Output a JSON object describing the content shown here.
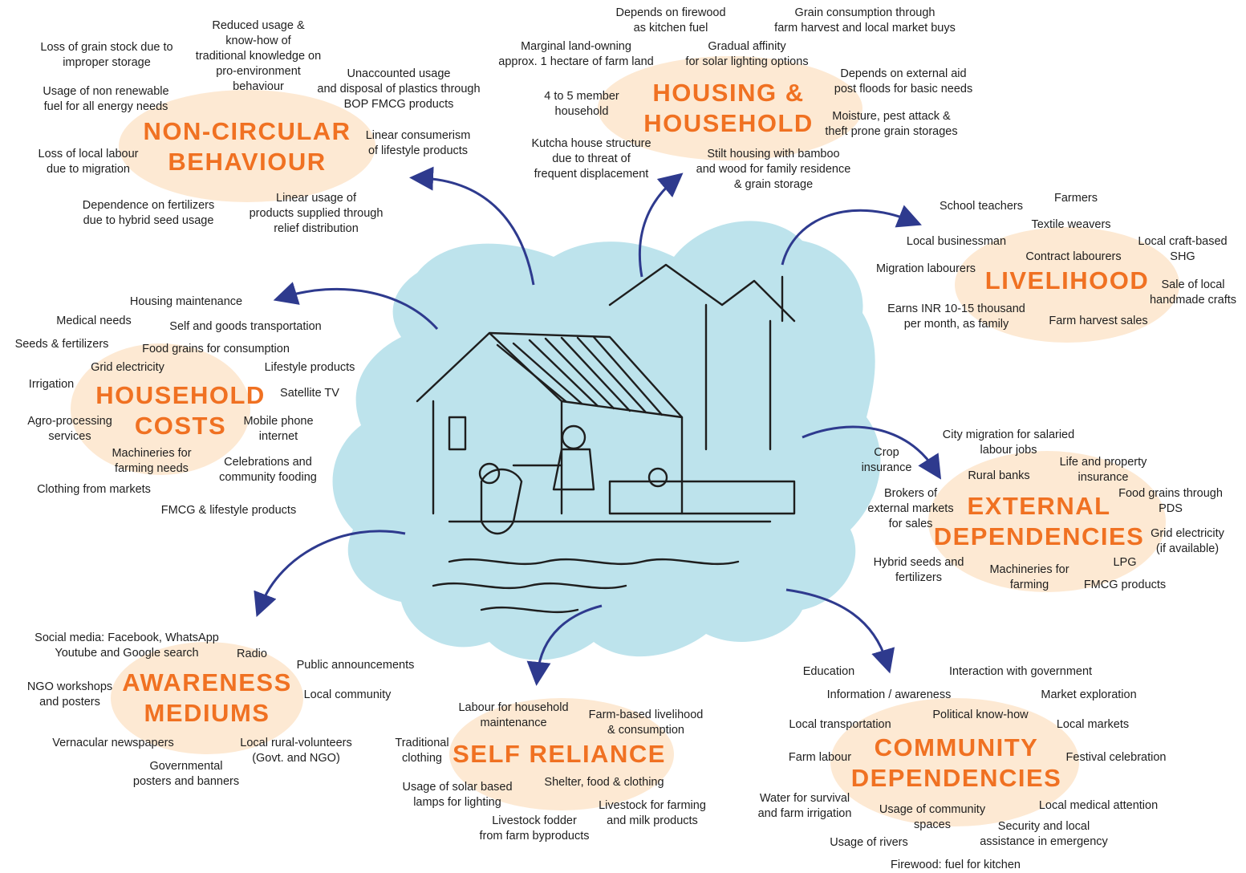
{
  "colors": {
    "accent": "#f07122",
    "blob": "#fde9d3",
    "cloud": "#bde3ec",
    "arrow": "#2e3a8e",
    "ink": "#1e1e1e"
  },
  "illustration": {
    "icon": "flooded-house-rescue-icon"
  },
  "clusters": [
    {
      "id": "non-circular",
      "title": "NON-CIRCULAR\nBEHAVIOUR",
      "items": [
        "Loss of grain stock due to\nimproper storage",
        "Reduced usage &\nknow-how of\ntraditional knowledge on\npro-environment\nbehaviour",
        "Unaccounted usage\nand disposal of plastics through\nBOP FMCG products",
        "Usage of non renewable\nfuel for all energy needs",
        "Linear consumerism\nof lifestyle products",
        "Loss of local labour\ndue to migration",
        "Dependence on fertilizers\ndue to hybrid seed usage",
        "Linear usage of\nproducts supplied through\nrelief distribution"
      ]
    },
    {
      "id": "housing",
      "title": "HOUSING &\nHOUSEHOLD",
      "items": [
        "Depends on firewood\nas kitchen fuel",
        "Grain consumption through\nfarm harvest and local market buys",
        "Marginal land-owning\napprox. 1 hectare of farm land",
        "Gradual affinity\nfor solar lighting options",
        "Depends on external aid\npost floods for basic needs",
        "4 to 5 member\nhousehold",
        "Moisture, pest attack &\ntheft prone grain storages",
        "Kutcha house structure\ndue to threat of\nfrequent displacement",
        "Stilt housing with bamboo\nand wood for family residence\n& grain storage"
      ]
    },
    {
      "id": "livelihood",
      "title": "LIVELIHOOD",
      "items": [
        "School teachers",
        "Farmers",
        "Textile weavers",
        "Local businessman",
        "Local craft-based\nSHG",
        "Contract labourers",
        "Migration labourers",
        "Sale of local\nhandmade crafts",
        "Earns INR 10-15 thousand\nper month, as family",
        "Farm harvest sales"
      ]
    },
    {
      "id": "household-costs",
      "title": "HOUSEHOLD\nCOSTS",
      "items": [
        "Housing maintenance",
        "Medical needs",
        "Self and goods transportation",
        "Seeds & fertilizers",
        "Food grains for consumption",
        "Grid electricity",
        "Lifestyle products",
        "Irrigation",
        "Satellite TV",
        "Agro-processing\nservices",
        "Mobile phone\ninternet",
        "Machineries for\nfarming needs",
        "Celebrations and\ncommunity fooding",
        "Clothing from markets",
        "FMCG & lifestyle products"
      ]
    },
    {
      "id": "external",
      "title": "EXTERNAL\nDEPENDENCIES",
      "items": [
        "City migration for salaried\nlabour jobs",
        "Crop\ninsurance",
        "Rural banks",
        "Life and property\ninsurance",
        "Brokers of\nexternal markets\nfor sales",
        "Food grains through\nPDS",
        "Grid electricity\n(if available)",
        "Hybrid seeds and\nfertilizers",
        "LPG",
        "Machineries for\nfarming",
        "FMCG products"
      ]
    },
    {
      "id": "awareness",
      "title": "AWARENESS\nMEDIUMS",
      "items": [
        "Social media: Facebook, WhatsApp\nYoutube and Google search",
        "Radio",
        "Public announcements",
        "NGO workshops\nand posters",
        "Local community",
        "Vernacular newspapers",
        "Local rural-volunteers\n(Govt. and NGO)",
        "Governmental\nposters and banners"
      ]
    },
    {
      "id": "self-reliance",
      "title": "SELF RELIANCE",
      "items": [
        "Labour for household\nmaintenance",
        "Farm-based livelihood\n& consumption",
        "Traditional\nclothing",
        "Usage of solar based\nlamps for lighting",
        "Shelter, food & clothing",
        "Livestock for farming\nand milk products",
        "Livestock fodder\nfrom farm byproducts"
      ]
    },
    {
      "id": "community",
      "title": "COMMUNITY\nDEPENDENCIES",
      "items": [
        "Education",
        "Interaction with government",
        "Information / awareness",
        "Market exploration",
        "Political know-how",
        "Local transportation",
        "Local markets",
        "Farm labour",
        "Festival celebration",
        "Water for survival\nand farm irrigation",
        "Usage of community\nspaces",
        "Local medical attention",
        "Security and local\nassistance in emergency",
        "Usage of rivers",
        "Firewood: fuel for kitchen"
      ]
    }
  ]
}
